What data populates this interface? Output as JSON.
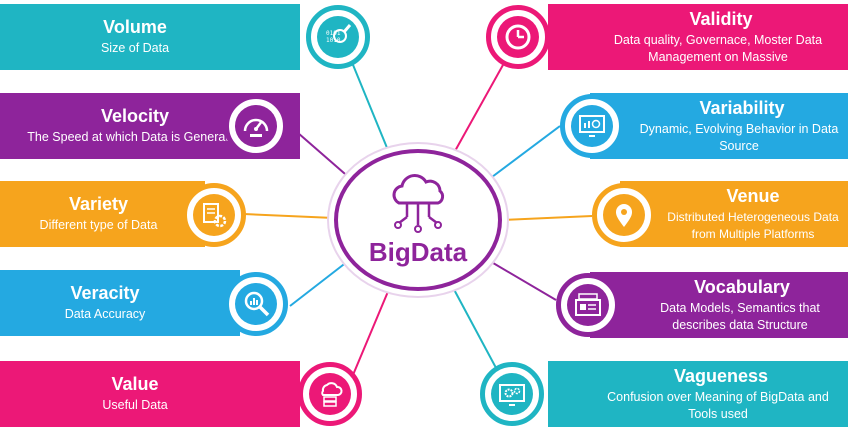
{
  "hub": {
    "title": "BigData",
    "color": "#8e249b"
  },
  "items": [
    {
      "title": "Volume",
      "desc": "Size of Data",
      "color": "#1fb5c3",
      "icon": "search-data-icon"
    },
    {
      "title": "Velocity",
      "desc": "The Speed at which Data is Generated",
      "color": "#8e249b",
      "icon": "speedometer-icon"
    },
    {
      "title": "Variety",
      "desc": "Different type of Data",
      "color": "#f6a41d",
      "icon": "documents-gear-icon"
    },
    {
      "title": "Veracity",
      "desc": "Data Accuracy",
      "color": "#24a9e1",
      "icon": "magnifier-chart-icon"
    },
    {
      "title": "Value",
      "desc": "Useful Data",
      "color": "#ec1877",
      "icon": "cloud-server-icon"
    },
    {
      "title": "Validity",
      "desc": "Data quality, Governace, Moster Data Management on Massive",
      "color": "#ec1877",
      "icon": "clock-icon"
    },
    {
      "title": "Variability",
      "desc": "Dynamic, Evolving Behavior in Data Source",
      "color": "#24a9e1",
      "icon": "monitor-chart-icon"
    },
    {
      "title": "Venue",
      "desc": "Distributed Heterogeneous Data from Multiple Platforms",
      "color": "#f6a41d",
      "icon": "location-pin-icon"
    },
    {
      "title": "Vocabulary",
      "desc": "Data Models, Semantics that describes data Structure",
      "color": "#8e249b",
      "icon": "card-file-icon"
    },
    {
      "title": "Vagueness",
      "desc": "Confusion over Meaning of BigData and Tools used",
      "color": "#1fb5c3",
      "icon": "monitor-gears-icon"
    }
  ]
}
